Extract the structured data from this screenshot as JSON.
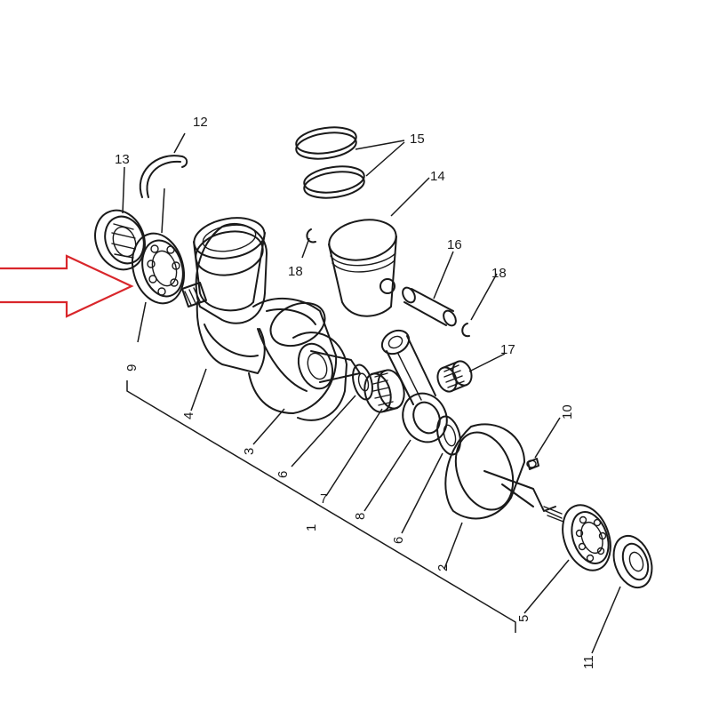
{
  "colors": {
    "ink": "#1a1a1a",
    "arrow": "#d9262b",
    "background": "#ffffff"
  },
  "labels": {
    "p1": "1",
    "p2": "2",
    "p3": "3",
    "p4": "4",
    "p5": "5",
    "p6a": "6",
    "p6b": "6",
    "p7": "7",
    "p8": "8",
    "p9": "9",
    "p10": "10",
    "p11": "11",
    "p12": "12",
    "p13": "13",
    "p14": "14",
    "p15": "15",
    "p16": "16",
    "p17": "17",
    "p18a": "18",
    "p18b": "18"
  },
  "callout": {
    "icon": "right-arrow-icon",
    "points_to": "9"
  }
}
